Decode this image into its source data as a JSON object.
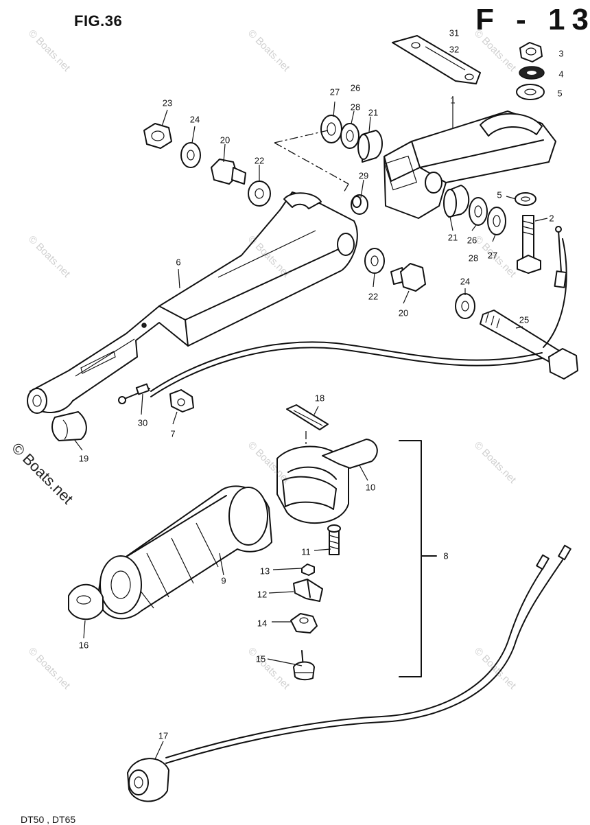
{
  "header": {
    "figure": "FIG.36",
    "page_code": "F - 13"
  },
  "footer": {
    "models": "DT50 , DT65"
  },
  "watermarks": {
    "small": "© Boats.net",
    "large": "© Boats.net"
  },
  "callouts": [
    {
      "id": "31",
      "text": "31"
    },
    {
      "id": "32",
      "text": "32"
    },
    {
      "id": "3",
      "text": "3"
    },
    {
      "id": "4",
      "text": "4"
    },
    {
      "id": "5a",
      "text": "5"
    },
    {
      "id": "1",
      "text": "1"
    },
    {
      "id": "27a",
      "text": "27"
    },
    {
      "id": "26a",
      "text": "26"
    },
    {
      "id": "28a",
      "text": "28"
    },
    {
      "id": "21a",
      "text": "21"
    },
    {
      "id": "23",
      "text": "23"
    },
    {
      "id": "24a",
      "text": "24"
    },
    {
      "id": "20a",
      "text": "20"
    },
    {
      "id": "22a",
      "text": "22"
    },
    {
      "id": "29",
      "text": "29"
    },
    {
      "id": "5b",
      "text": "5"
    },
    {
      "id": "2",
      "text": "2"
    },
    {
      "id": "21b",
      "text": "21"
    },
    {
      "id": "26b",
      "text": "26"
    },
    {
      "id": "28b",
      "text": "28"
    },
    {
      "id": "27b",
      "text": "27"
    },
    {
      "id": "6",
      "text": "6"
    },
    {
      "id": "22b",
      "text": "22"
    },
    {
      "id": "20b",
      "text": "20"
    },
    {
      "id": "24b",
      "text": "24"
    },
    {
      "id": "25",
      "text": "25"
    },
    {
      "id": "30",
      "text": "30"
    },
    {
      "id": "7",
      "text": "7"
    },
    {
      "id": "19",
      "text": "19"
    },
    {
      "id": "18",
      "text": "18"
    },
    {
      "id": "10",
      "text": "10"
    },
    {
      "id": "8",
      "text": "8"
    },
    {
      "id": "11",
      "text": "11"
    },
    {
      "id": "9",
      "text": "9"
    },
    {
      "id": "13",
      "text": "13"
    },
    {
      "id": "12",
      "text": "12"
    },
    {
      "id": "14",
      "text": "14"
    },
    {
      "id": "16",
      "text": "16"
    },
    {
      "id": "15",
      "text": "15"
    },
    {
      "id": "17",
      "text": "17"
    }
  ]
}
